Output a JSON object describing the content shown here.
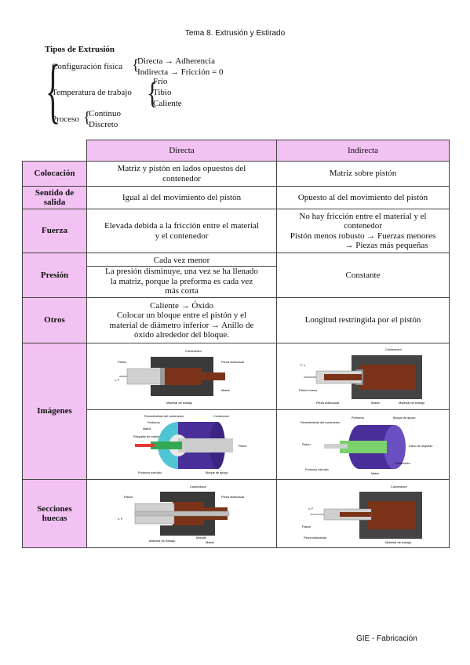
{
  "header": "Tema 8. Extrusión y Estirado",
  "types": {
    "title": "Tipos de Extrusión",
    "config": {
      "label": "Configuración física",
      "items": [
        "Directa → Adherencia",
        "Indirecta → Fricción = 0"
      ]
    },
    "temp": {
      "label": "Temperatura de trabajo",
      "items": [
        "Frío",
        "Tibio",
        "Caliente"
      ]
    },
    "proceso": {
      "label": "Proceso",
      "items": [
        "Continuo",
        "Discreto"
      ]
    }
  },
  "table": {
    "headers": [
      "Directa",
      "Indirecta"
    ],
    "rows": [
      {
        "label": "Colocación",
        "directa": [
          "Matriz y pistón en lados opuestos del",
          "contenedor"
        ],
        "indirecta": [
          "Matriz sobre pistón"
        ]
      },
      {
        "label": [
          "Sentido de",
          "salida"
        ],
        "directa": [
          "Igual al del movimiento del pistón"
        ],
        "indirecta": [
          "Opuesto al del movimiento del pistón"
        ]
      },
      {
        "label": "Fuerza",
        "directa": [
          "Elevada debida a la fricción entre el material",
          "y el contenedor"
        ],
        "indirecta": [
          "No hay fricción entre el material y el",
          "contenedor",
          "Pistón menos robusto → Fuerzas menores",
          "→ Piezas más pequeñas"
        ]
      },
      {
        "label": "Presión",
        "directa": [
          "Cada vez menor",
          "La presión disminuye, una vez se ha llenado",
          "la matriz, porque la preforma es cada vez",
          "más corta"
        ],
        "indirecta": [
          "Constante"
        ]
      },
      {
        "label": "Otros",
        "directa": [
          "Caliente → Óxido",
          "Colocar un bloque entre el pistón y el",
          "material de diámetro inferior → Anillo de",
          "óxido alrededor del bloque."
        ],
        "indirecta": [
          "Longitud restringida por el pistón"
        ]
      },
      {
        "label": "Imágenes"
      },
      {
        "label": [
          "Secciones",
          "huecas"
        ]
      }
    ]
  },
  "diagrams": {
    "direct1": {
      "contenedor": "Contenedor",
      "piston": "Pistón",
      "pieza": "Pieza elaborada",
      "vf": "v, F",
      "matriz": "Matriz",
      "material": "Material de trabajo"
    },
    "indirect1": {
      "contenedor": "Contenedor",
      "vf": "F, v",
      "piston": "Pistón hueco",
      "pieza": "Pieza elaborada",
      "matriz": "Matriz",
      "material": "Material de trabajo"
    },
    "direct3d": {
      "revestimiento": "Revestimiento del contenedor",
      "contenedor": "Contenedor",
      "preforma": "Preforma",
      "matriz": "Matriz",
      "piston": "Pistón",
      "respaldo": "Respaldo de matriz",
      "producto": "Producto extruido",
      "bloque": "Bloque de apoyo"
    },
    "indirect3d": {
      "revestimiento": "Revestimiento del contenedor",
      "preforma": "Preforma",
      "bloque": "Bloque de apoyo",
      "piston": "Pistón",
      "disco": "Disco de respaldo",
      "contenedor": "Contenedor",
      "producto": "Producto extruido",
      "matriz": "Matriz"
    },
    "hollow1": {
      "contenedor": "Contenedor",
      "piston": "Pistón",
      "pieza": "Pieza elaborada",
      "vf": "v, F",
      "material": "Material de trabajo",
      "mandril": "Mandril",
      "matriz": "Matriz"
    },
    "hollow2": {
      "contenedor": "Contenedor",
      "vf": "v, F",
      "piston": "Pistón",
      "pieza": "Pieza elaborada",
      "material": "Material de trabajo"
    }
  },
  "footer": "GIE - Fabricación"
}
